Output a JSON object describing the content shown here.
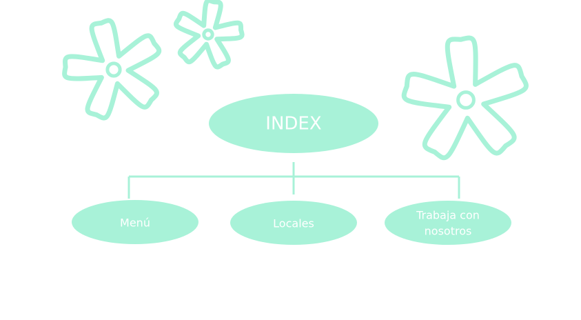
{
  "colors": {
    "accent": "#a8f2d8",
    "node_fill": "#a8f2d8",
    "text": "#ffffff",
    "background": "#ffffff"
  },
  "root": {
    "label": "INDEX"
  },
  "children": [
    {
      "label_lines": [
        "Menú"
      ]
    },
    {
      "label_lines": [
        "Locales"
      ]
    },
    {
      "label_lines": [
        "Trabaja con",
        "nosotros"
      ]
    }
  ],
  "decorations": [
    "flower-icon",
    "flower-icon",
    "flower-icon"
  ]
}
